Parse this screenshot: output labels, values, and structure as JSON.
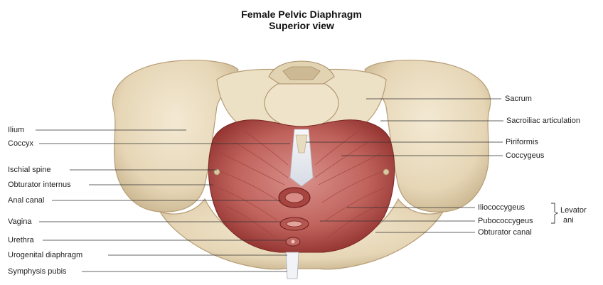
{
  "title": {
    "line1": "Female Pelvic Diaphragm",
    "line2": "Superior view"
  },
  "labels": {
    "left": {
      "ilium": "Ilium",
      "coccyx": "Coccyx",
      "ischial_spine": "Ischial spine",
      "obturator_internus": "Obturator internus",
      "anal_canal": "Anal canal",
      "vagina": "Vagina",
      "urethra": "Urethra",
      "urogenital_diaphragm": "Urogenital diaphragm",
      "symphysis_pubis": "Symphysis pubis"
    },
    "right": {
      "sacrum": "Sacrum",
      "sacroiliac_articulation": "Sacroiliac articulation",
      "piriformis": "Piriformis",
      "coccygeus": "Coccygeus",
      "iliococcygeus": "Iliococcygeus",
      "pubococcygeus": "Pubococcygeus",
      "obturator_canal": "Obturator canal"
    },
    "group": {
      "levator_line1": "Levator",
      "levator_line2": "ani"
    }
  },
  "colors": {
    "bone": "#e9dcbf",
    "bone_shadow": "#c8b48f",
    "muscle": "#c8706a",
    "muscle_dark": "#8e2f2c",
    "tendon": "#eef0f5"
  }
}
